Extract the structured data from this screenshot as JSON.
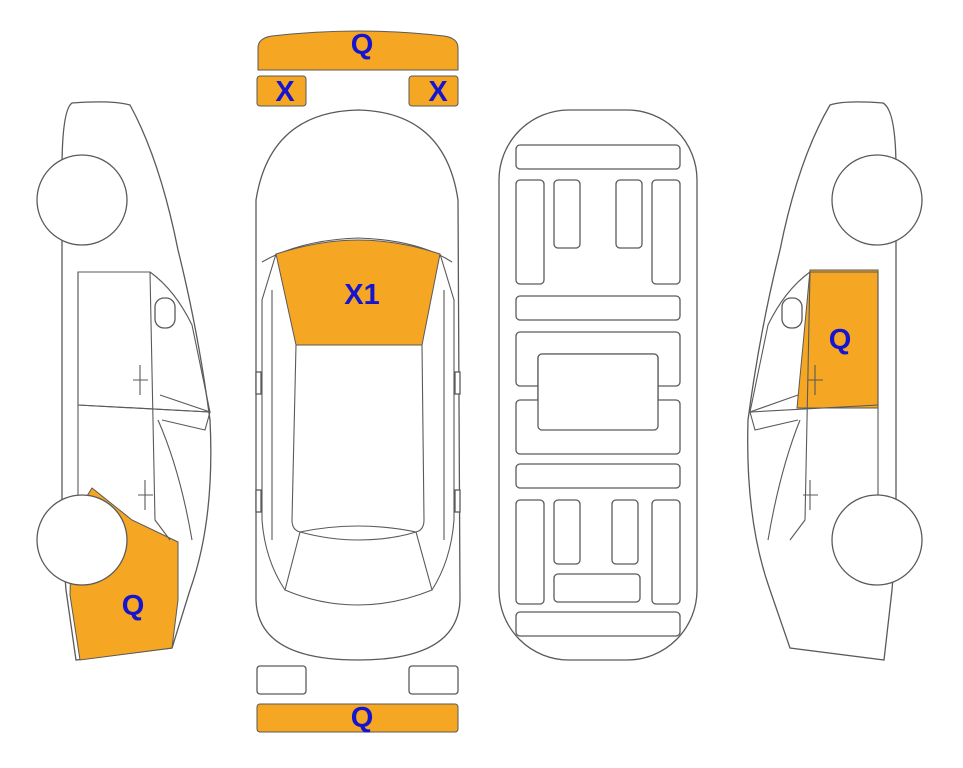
{
  "colors": {
    "damage": "#F5A623",
    "label": "#1515D0",
    "outline": "#5a5a5a"
  },
  "labels": {
    "front_bumper": "Q",
    "headlight_left": "X",
    "headlight_right": "X",
    "windshield": "X1",
    "rear_bumper": "Q",
    "left_rear_quarter": "Q",
    "right_rear_door": "Q"
  }
}
